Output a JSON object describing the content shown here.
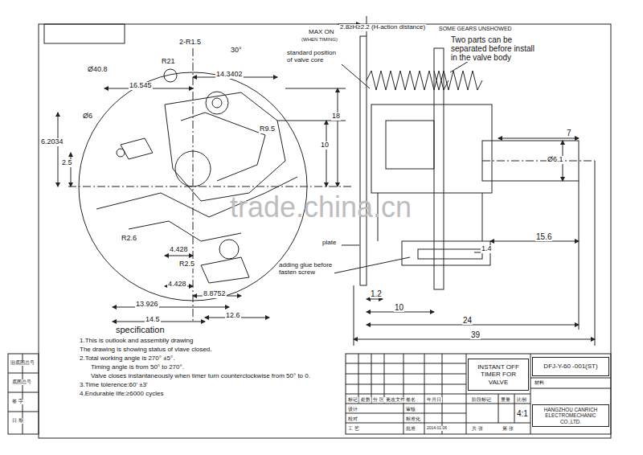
{
  "diagram": {
    "nodes": [
      {
        "text": [
          "INSTANT OFF TIMER FOR VALVE"
        ]
      },
      {
        "text": [
          "DFJ-Y-60 -001(ST)"
        ]
      },
      {
        "text": [
          "HANGZHOU CANRICH ELECTROMECHANIC CO.,LTD."
        ]
      }
    ],
    "labels": [
      "Ø40.8",
      "2-R1.5",
      "R21",
      "30°",
      "16.545",
      "14.3402",
      "R9.5",
      "18",
      "10",
      "6.2034",
      "2.5",
      "Ø6",
      "R2.6",
      "4.428",
      "R2.5",
      "4.428",
      "13.926",
      "8.8752",
      "12.6",
      "14.5",
      "standard position of valve core",
      "MAX ON",
      "(WHEN TIMING)",
      "2.8≥H≥2.2 (H-action distance)",
      "SOME GEARS UNSHOWED",
      "Two parts can be separated before install in the valve body",
      "7",
      "Ø6.1",
      "1.4",
      "15.6",
      "plate",
      "adding glue before fasten screw",
      "1.2",
      "10",
      "24",
      "39",
      "specification",
      "1.This is outlook and assemblly drawing",
      "The drawing is showing status of vlave closed.",
      "2.Total working angle is 270° ±5°.",
      "Timing angle is from 50° to 270°.",
      "Valve closes instantaneously when timer turn counterclockwise from 50° to 0.",
      "3.Time tolerence:60' ±3'",
      "4.Endurable life:≥6000 cycles",
      "trade.china.cn",
      "旧底图总号",
      "底图总号",
      "签 字",
      "日 期",
      "标记",
      "处数",
      "分 区",
      "更改文件号",
      "签名",
      "年月日",
      "设计",
      "审核",
      "校对",
      "标准化",
      "工 艺",
      "批准",
      "2014.01.06",
      "阶段标记",
      "重量",
      "比例",
      "4:1",
      "共 张",
      "第 张",
      "材料"
    ]
  }
}
